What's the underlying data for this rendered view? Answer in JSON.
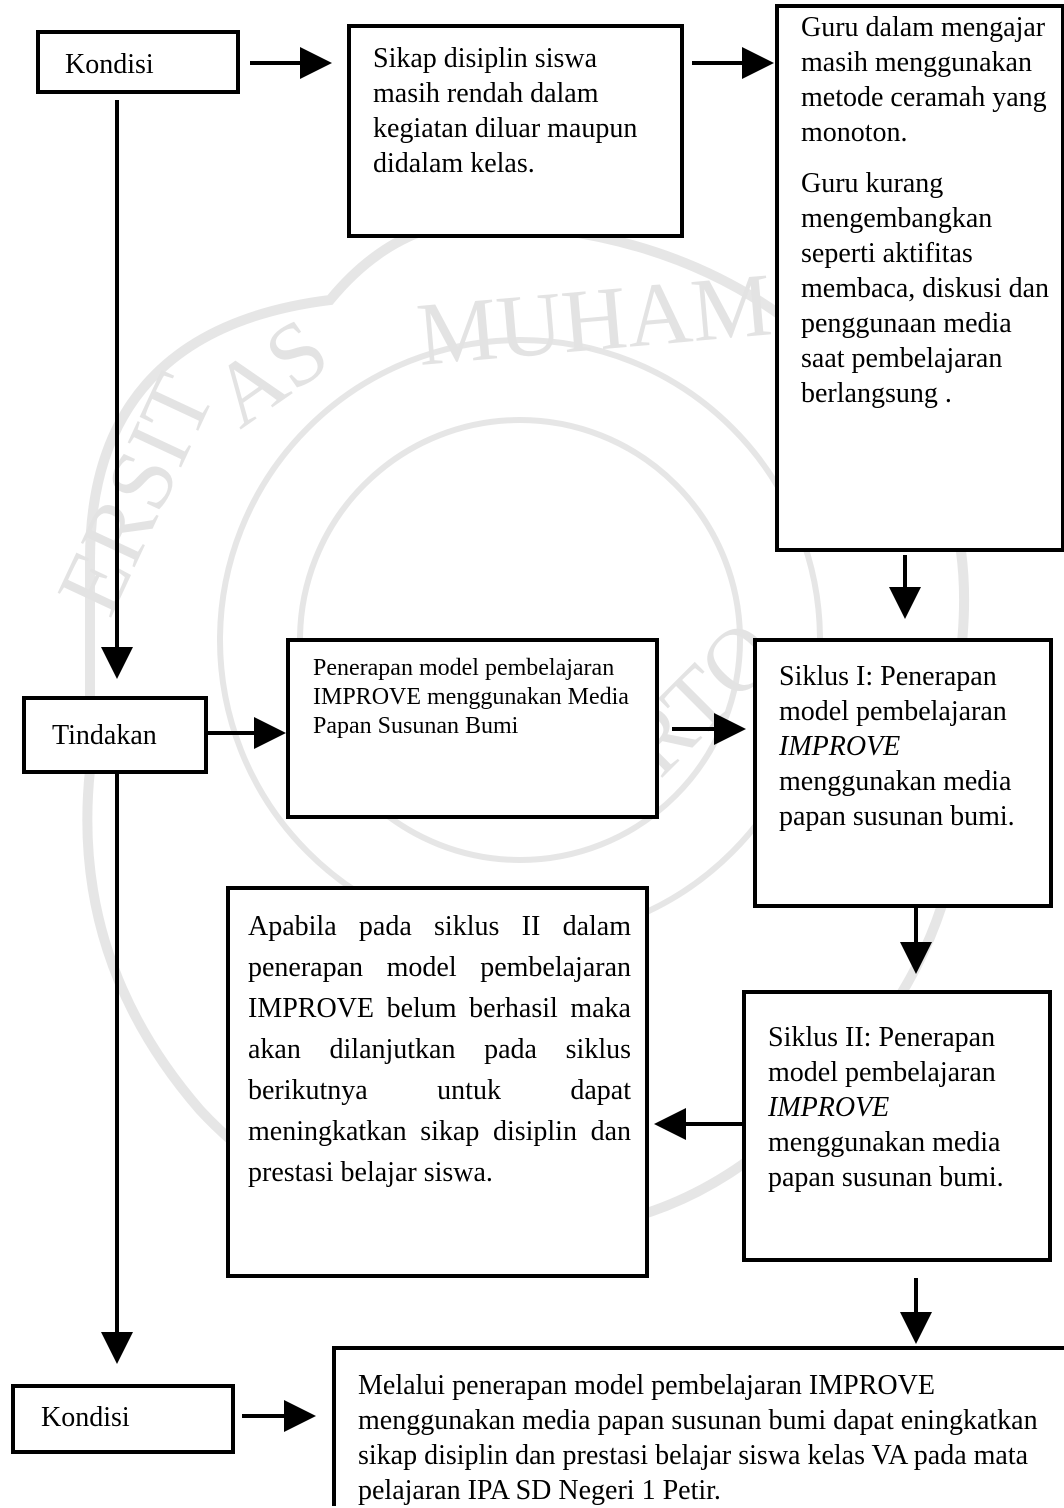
{
  "labels": {
    "kondisi_awal": "Kondisi",
    "tindakan": "Tindakan",
    "kondisi_akhir": "Kondisi"
  },
  "boxes": {
    "sikap": "Sikap disiplin siswa masih rendah dalam kegiatan diluar maupun didalam kelas.",
    "guru_1": "Guru dalam mengajar masih menggunakan metode ceramah yang monoton.",
    "guru_2": "Guru kurang mengembangkan seperti aktifitas membaca, diskusi dan penggunaan media saat pembelajaran berlangsung .",
    "penerapan": "Penerapan model pembelajaran IMPROVE menggunakan Media Papan Susunan Bumi",
    "siklus1_prefix": "Siklus I: Penerapan model pembelajaran",
    "siklus1_italic": "IMPROVE",
    "siklus1_suffix": "menggunakan media papan susunan bumi.",
    "siklus2_prefix": "Siklus II: Penerapan model pembelajaran",
    "siklus2_italic": "IMPROVE",
    "siklus2_suffix": "menggunakan media papan susunan bumi.",
    "apabila": "Apabila pada siklus II dalam penerapan model pembelajaran IMPROVE belum berhasil maka akan dilanjutkan pada siklus berikutnya untuk dapat meningkatkan sikap disiplin dan prestasi belajar siswa.",
    "hasil": "Melalui penerapan model pembelajaran IMPROVE menggunakan media papan susunan bumi dapat eningkatkan sikap disiplin dan prestasi belajar siswa kelas VA pada mata pelajaran IPA SD Negeri 1 Petir."
  }
}
